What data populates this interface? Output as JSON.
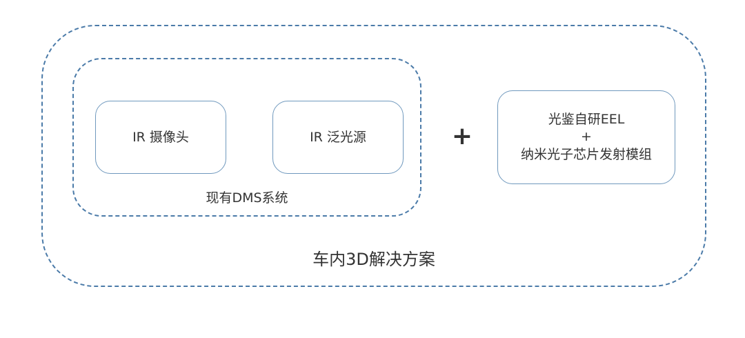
{
  "diagram": {
    "outer_label": "车内3D解决方案",
    "inner_label": "现有DMS系统",
    "box_ir_camera": "IR 摄像头",
    "box_ir_flood": "IR 泛光源",
    "plus": "+",
    "box_eel": {
      "line1": "光鉴自研EEL",
      "line2": "+",
      "line3": "纳米光子芯片发射模组"
    },
    "colors": {
      "dashed_border": "#4a7aa8",
      "box_border": "#6f98bd",
      "text": "#333333"
    }
  }
}
